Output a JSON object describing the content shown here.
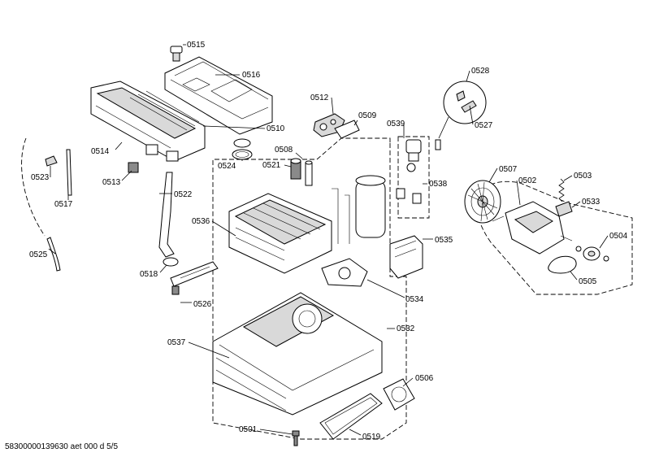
{
  "diagram": {
    "part_labels": {
      "p0501": "0501",
      "p0502": "0502",
      "p0503": "0503",
      "p0504": "0504",
      "p0505": "0505",
      "p0506": "0506",
      "p0507": "0507",
      "p0508": "0508",
      "p0509": "0509",
      "p0510": "0510",
      "p0512": "0512",
      "p0513": "0513",
      "p0514": "0514",
      "p0515": "0515",
      "p0516": "0516",
      "p0517": "0517",
      "p0518": "0518",
      "p0519": "0519",
      "p0521": "0521",
      "p0522": "0522",
      "p0523": "0523",
      "p0524": "0524",
      "p0525": "0525",
      "p0526": "0526",
      "p0527": "0527",
      "p0528": "0528",
      "p0532": "0532",
      "p0533": "0533",
      "p0534": "0534",
      "p0535": "0535",
      "p0536": "0536",
      "p0537": "0537",
      "p0538": "0538",
      "p0539": "0539"
    },
    "footer_text": "58300000139630 aet 000 d 5/5"
  }
}
